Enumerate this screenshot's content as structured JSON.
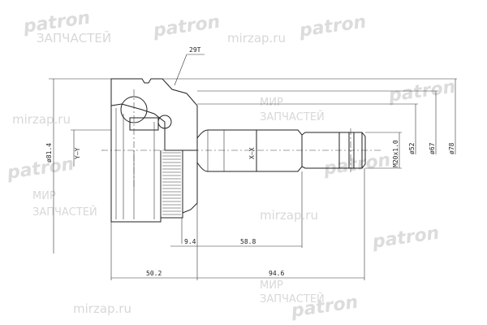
{
  "drawing": {
    "tooth_count_label": "29T",
    "axis_labels": {
      "yy": "Y–Y",
      "xx": "X–X"
    },
    "diameters": {
      "outer_housing": "ø81.4",
      "thread": "M20x1.0",
      "d52": "ø52",
      "d67": "ø67",
      "d78": "ø78"
    },
    "lengths": {
      "abs_ring": "9.4",
      "shaft": "58.8",
      "housing": "50.2",
      "total_shaft": "94.6"
    }
  },
  "watermarks": {
    "brand": "patron",
    "shop_line1": "МИР",
    "shop_line2": "ЗАПЧАСТЕЙ",
    "site": "mirzap.ru"
  },
  "colors": {
    "line": "#222222",
    "watermark": "#d8d8d8"
  }
}
